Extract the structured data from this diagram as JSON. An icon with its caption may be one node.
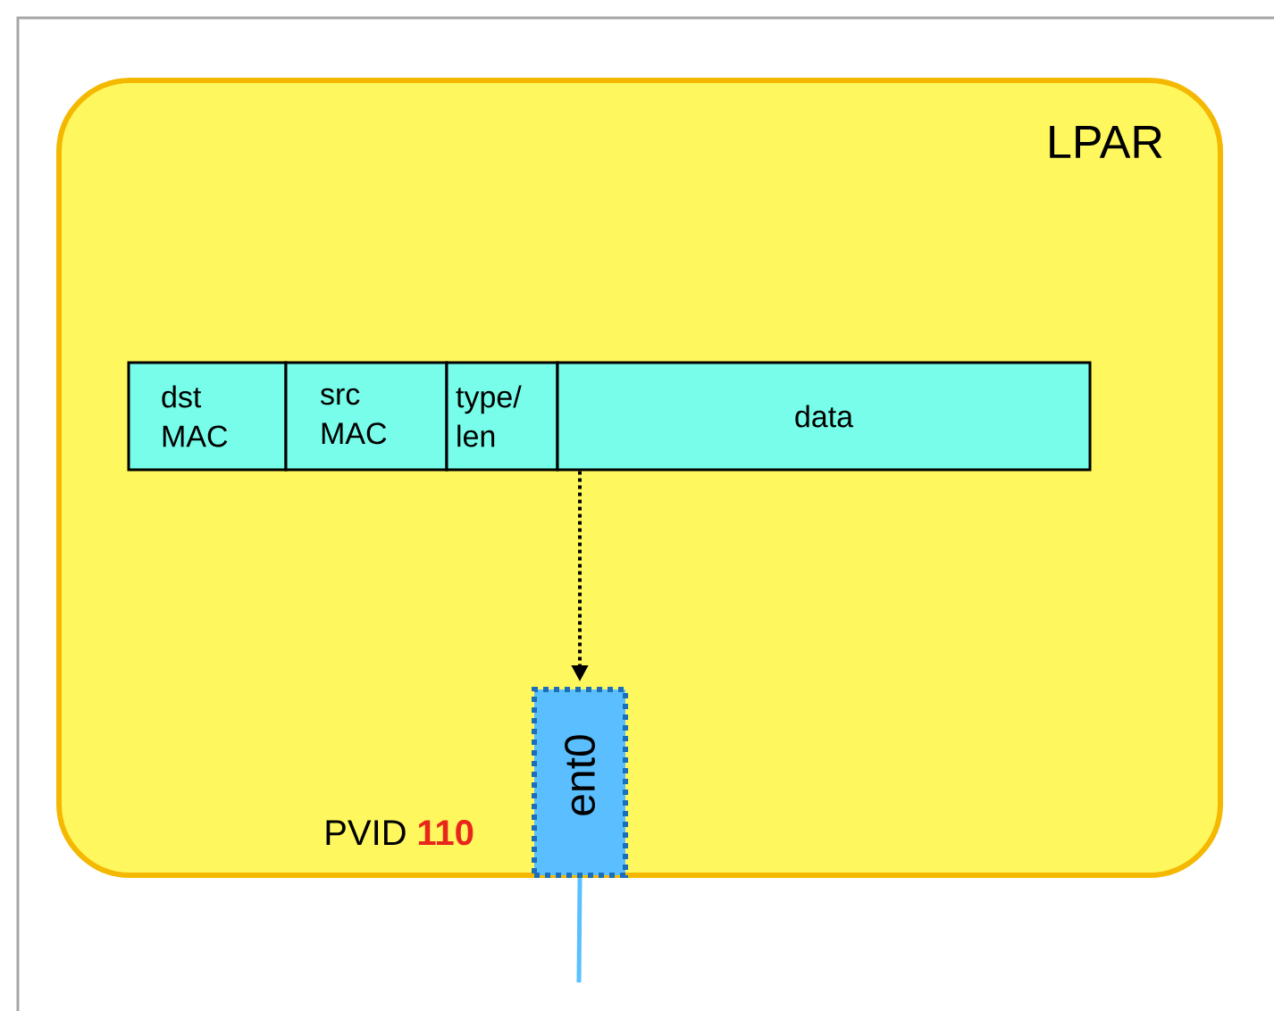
{
  "diagram": {
    "nodes": [
      {
        "text": [
          "LPAR"
        ]
      },
      {
        "text": [
          "dst MAC"
        ],
        "in": 0
      },
      {
        "text": [
          "src MAC"
        ],
        "in": 0
      },
      {
        "text": [
          "type/ len"
        ],
        "in": 0
      },
      {
        "text": [
          "data"
        ],
        "in": 0
      },
      {
        "text": [
          "ent0"
        ],
        "in": 0
      }
    ],
    "edges": [
      {
        "from": 4,
        "to": 5,
        "arrow": "to",
        "style": "dashed"
      },
      {
        "from": 5,
        "to": null,
        "arrow": "none",
        "color": "#5bc0ff"
      }
    ],
    "labels": [
      "PVID",
      "110"
    ]
  }
}
